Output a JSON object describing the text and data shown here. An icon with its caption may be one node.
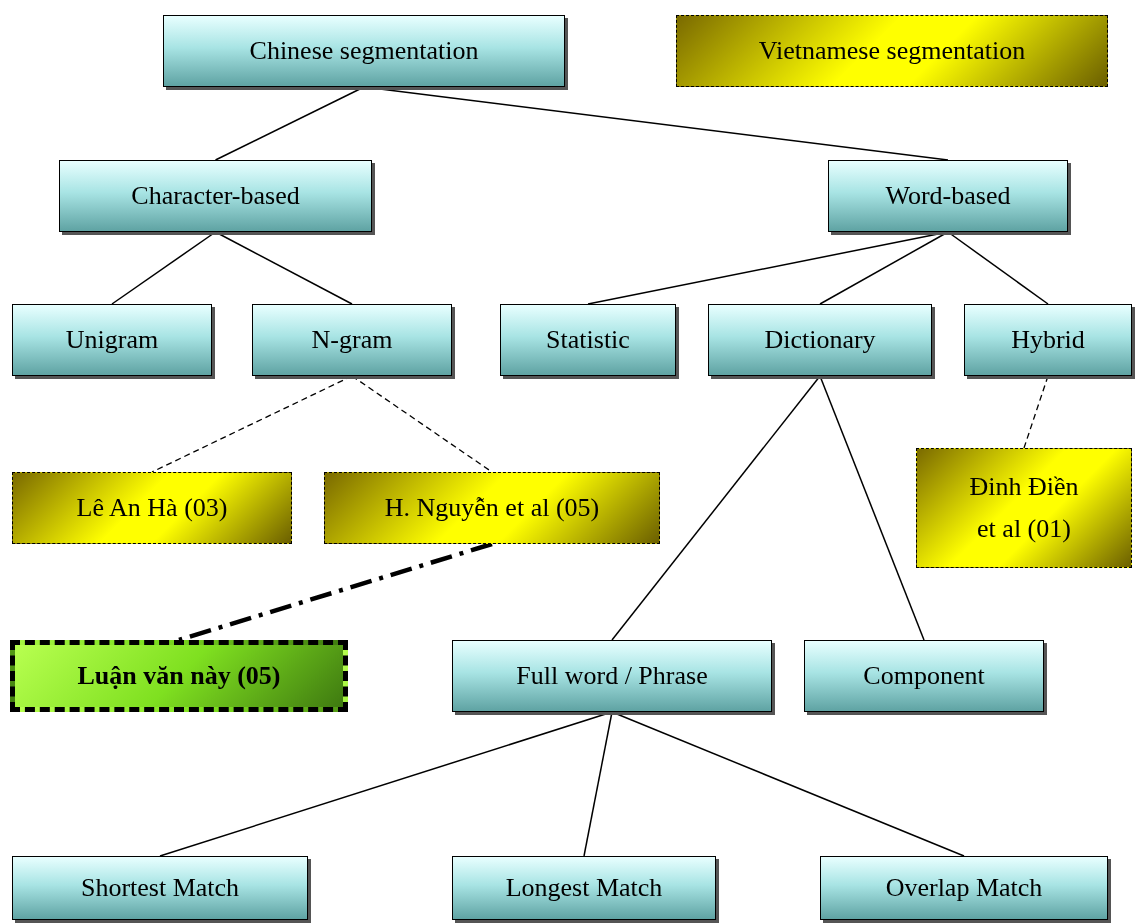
{
  "diagram": {
    "nodes": [
      {
        "text": [
          "Chinese segmentation"
        ]
      },
      {
        "text": [
          "Vietnamese segmentation"
        ]
      },
      {
        "text": [
          "Character-based"
        ]
      },
      {
        "text": [
          "Word-based"
        ]
      },
      {
        "text": [
          "Unigram"
        ]
      },
      {
        "text": [
          "N-gram"
        ]
      },
      {
        "text": [
          "Statistic"
        ]
      },
      {
        "text": [
          "Dictionary"
        ]
      },
      {
        "text": [
          "Hybrid"
        ]
      },
      {
        "text": [
          "Lê An Hà (03)"
        ]
      },
      {
        "text": [
          "H. Nguyễn et al (05)"
        ]
      },
      {
        "text": [
          "Đinh Điền et al (01)"
        ]
      },
      {
        "text": [
          "Luận văn này (05)"
        ]
      },
      {
        "text": [
          "Full word / Phrase"
        ]
      },
      {
        "text": [
          "Component"
        ]
      },
      {
        "text": [
          "Shortest Match"
        ]
      },
      {
        "text": [
          "Longest Match"
        ]
      },
      {
        "text": [
          "Overlap Match"
        ]
      }
    ],
    "edges": [
      {
        "from": 0,
        "to": 2,
        "arrow": "none"
      },
      {
        "from": 0,
        "to": 3,
        "arrow": "none"
      },
      {
        "from": 2,
        "to": 4,
        "arrow": "none"
      },
      {
        "from": 2,
        "to": 5,
        "arrow": "none"
      },
      {
        "from": 3,
        "to": 6,
        "arrow": "none"
      },
      {
        "from": 3,
        "to": 7,
        "arrow": "none"
      },
      {
        "from": 3,
        "to": 8,
        "arrow": "none"
      },
      {
        "from": 5,
        "to": 9,
        "arrow": "none",
        "style": "dashed"
      },
      {
        "from": 5,
        "to": 10,
        "arrow": "none",
        "style": "dashed"
      },
      {
        "from": 8,
        "to": 11,
        "arrow": "none",
        "style": "dashed"
      },
      {
        "from": 10,
        "to": 12,
        "arrow": "none",
        "style": "dashed"
      },
      {
        "from": 7,
        "to": 13,
        "arrow": "none"
      },
      {
        "from": 7,
        "to": 14,
        "arrow": "none"
      },
      {
        "from": 13,
        "to": 15,
        "arrow": "none"
      },
      {
        "from": 13,
        "to": 16,
        "arrow": "none"
      },
      {
        "from": 13,
        "to": 17,
        "arrow": "none"
      }
    ]
  }
}
